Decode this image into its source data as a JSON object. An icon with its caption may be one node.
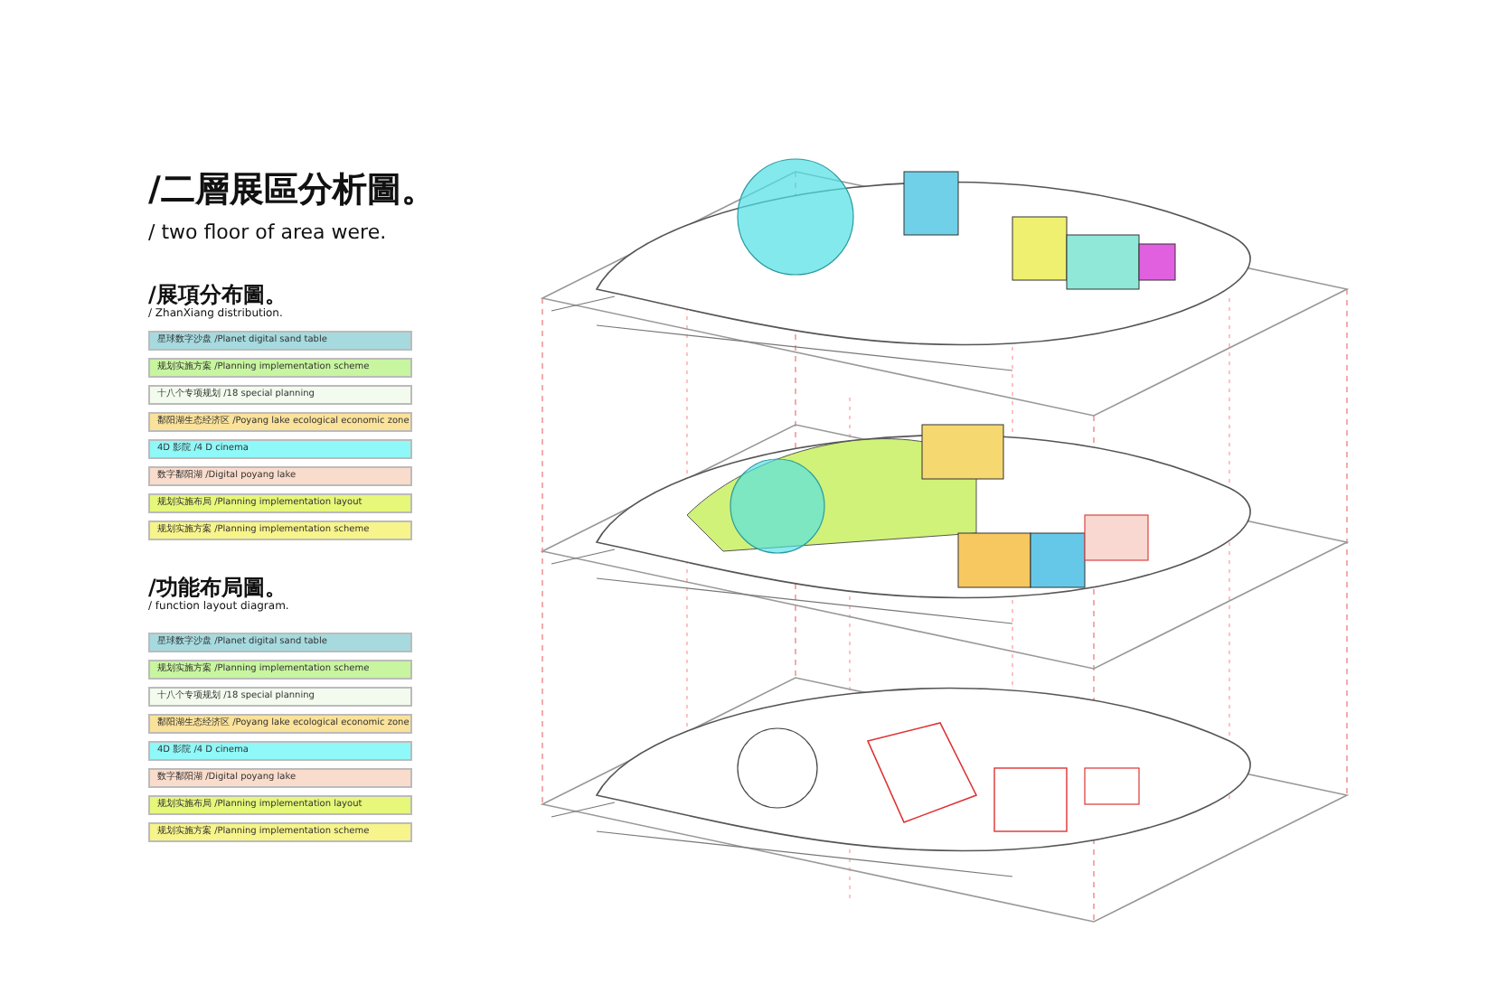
{
  "diagram": {
    "title": "/二層展區分析圖。",
    "labels": [
      "/ two floor of area were.",
      "/展項分布圖。",
      "/ ZhanXiang distribution.",
      "/功能布局圖。",
      "/ function layout diagram."
    ],
    "legend": [
      {
        "text": "星球数字沙盘 /Planet digital sand table",
        "color": "#a6dadf"
      },
      {
        "text": "规划实施方案 /Planning implementation scheme",
        "color": "#c8f5a0"
      },
      {
        "text": "十八个专项规划 /18 special planning",
        "color": "#f2fbee"
      },
      {
        "text": "鄱阳湖生态经济区 /Poyang lake ecological economic zone",
        "color": "#fbe29a"
      },
      {
        "text": "4D 影院 /4 D cinema",
        "color": "#8ff8f8"
      },
      {
        "text": "数字鄱阳湖 /Digital poyang lake",
        "color": "#fadccc"
      },
      {
        "text": "规划实施布局 /Planning implementation layout",
        "color": "#e6f77a"
      },
      {
        "text": "规划实施方案 /Planning implementation scheme",
        "color": "#f6f48a"
      },
      {
        "text": "星球数字沙盘 /Planet digital sand table",
        "color": "#a6dadf"
      },
      {
        "text": "规划实施方案 /Planning implementation scheme",
        "color": "#c8f5a0"
      },
      {
        "text": "十八个专项规划 /18 special planning",
        "color": "#f2fbee"
      },
      {
        "text": "鄱阳湖生态经济区 /Poyang lake ecological economic zone",
        "color": "#fbe29a"
      },
      {
        "text": "4D 影院 /4 D cinema",
        "color": "#8ff8f8"
      },
      {
        "text": "数字鄱阳湖 /Digital poyang lake",
        "color": "#fadccc"
      },
      {
        "text": "规划实施布局 /Planning implementation layout",
        "color": "#e6f77a"
      },
      {
        "text": "规划实施方案 /Planning implementation scheme",
        "color": "#f6f48a"
      }
    ]
  }
}
